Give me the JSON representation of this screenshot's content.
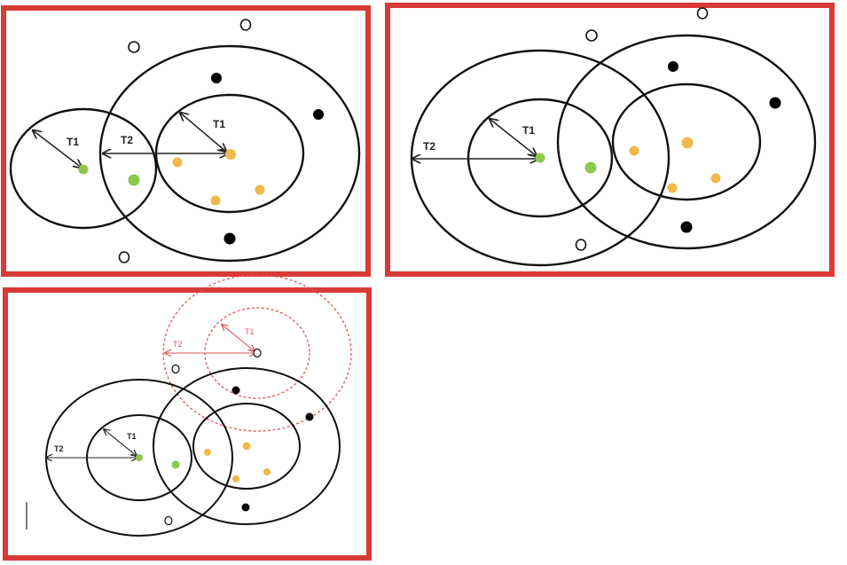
{
  "labels": {
    "t1": "T1",
    "t2": "T2"
  },
  "colors": {
    "frame": "#d93a36",
    "circle": "#111111",
    "dashed_circle": "#e05555",
    "center_point": "#8cc84b",
    "canopy_point": "#f0b94a",
    "other_point": "#000000",
    "outlier_point": "#ffffff"
  },
  "panels": [
    {
      "id": "panel-1",
      "labels": [
        "T1",
        "T2",
        "T1"
      ]
    },
    {
      "id": "panel-2",
      "labels": [
        "T2",
        "T1"
      ]
    },
    {
      "id": "panel-3",
      "labels": [
        "T2",
        "T1",
        "T2",
        "T1"
      ]
    }
  ]
}
